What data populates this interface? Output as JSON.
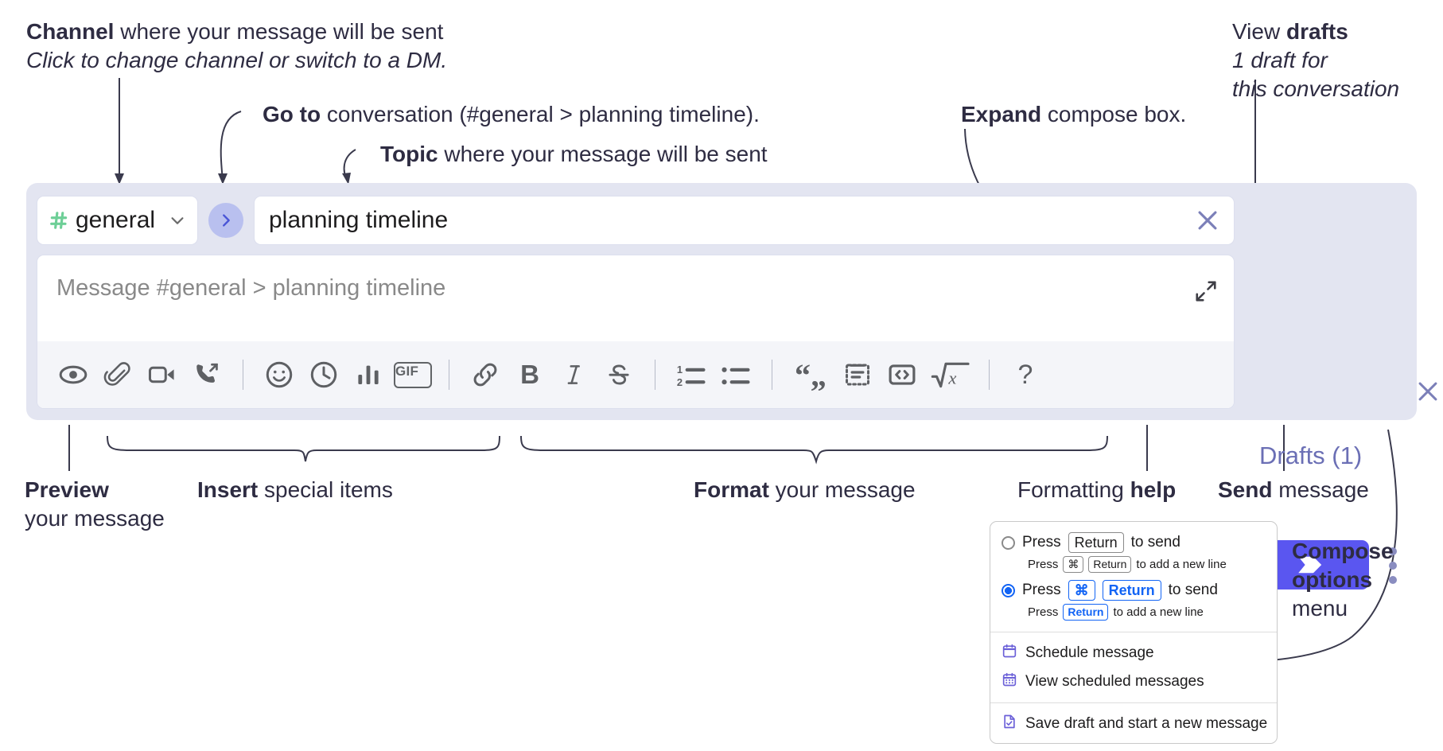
{
  "annotations": {
    "channel": {
      "bold": "Channel",
      "rest": " where your message will be sent",
      "italic": "Click to change channel or switch to a DM."
    },
    "goto": {
      "bold": "Go to",
      "rest": " conversation (#general > planning timeline)."
    },
    "topic": {
      "bold": "Topic",
      "rest": " where your message will be sent"
    },
    "expand": {
      "bold": "Expand",
      "rest": " compose box."
    },
    "drafts": {
      "line1_plain": "View ",
      "line1_bold": "drafts",
      "line2": "1 draft for",
      "line3": "this conversation"
    },
    "preview": {
      "bold": "Preview",
      "line2": "your message"
    },
    "insert": {
      "bold": "Insert",
      "rest": " special items"
    },
    "format": {
      "bold": "Format",
      "rest": " your message"
    },
    "help": {
      "plain": "Formatting ",
      "bold": "help"
    },
    "send": {
      "bold": "Send",
      "rest": " message"
    },
    "compose_options": {
      "line1": "Compose",
      "line2": "options",
      "line3": "menu"
    }
  },
  "compose": {
    "channel": {
      "name": "general",
      "hash_icon": "hash-icon",
      "chevron_icon": "chevron-down-icon"
    },
    "goto_button": {
      "icon": "chevron-right-icon"
    },
    "topic": {
      "value": "planning timeline",
      "clear_icon": "close-icon"
    },
    "message": {
      "placeholder": "Message #general > planning timeline",
      "expand_icon": "expand-icon"
    },
    "drafts_label": "Drafts (1)",
    "close_icon": "close-icon",
    "send_icon": "send-paper-plane-icon",
    "kebab_icon": "more-options-icon",
    "toolbar": [
      {
        "name": "preview-icon",
        "label": "Preview"
      },
      {
        "name": "attachment-icon",
        "label": "Attach file"
      },
      {
        "name": "video-icon",
        "label": "Record video clip"
      },
      {
        "name": "audio-call-icon",
        "label": "Record audio clip"
      },
      {
        "name": "divider",
        "label": ""
      },
      {
        "name": "emoji-icon",
        "label": "Emoji"
      },
      {
        "name": "clock-icon",
        "label": "Schedule"
      },
      {
        "name": "poll-icon",
        "label": "Poll"
      },
      {
        "name": "gif-icon",
        "label": "GIF"
      },
      {
        "name": "divider",
        "label": ""
      },
      {
        "name": "link-icon",
        "label": "Link"
      },
      {
        "name": "bold-icon",
        "label": "B"
      },
      {
        "name": "italic-icon",
        "label": "I"
      },
      {
        "name": "strikethrough-icon",
        "label": "S"
      },
      {
        "name": "divider",
        "label": ""
      },
      {
        "name": "ordered-list-icon",
        "label": "Ordered list"
      },
      {
        "name": "bulleted-list-icon",
        "label": "Bulleted list"
      },
      {
        "name": "divider",
        "label": ""
      },
      {
        "name": "blockquote-icon",
        "label": "Blockquote"
      },
      {
        "name": "code-block-icon",
        "label": "Code block"
      },
      {
        "name": "inline-code-icon",
        "label": "Code"
      },
      {
        "name": "math-icon",
        "label": "Math"
      },
      {
        "name": "divider",
        "label": ""
      },
      {
        "name": "help-icon",
        "label": "?"
      }
    ]
  },
  "options_menu": {
    "option_a": {
      "selected": false,
      "press": "Press",
      "key": "Return",
      "to_send": "to send",
      "sub_press": "Press",
      "sub_key1": "⌘",
      "sub_key2": "Return",
      "sub_tail": "to add a new line"
    },
    "option_b": {
      "selected": true,
      "press": "Press",
      "key1": "⌘",
      "key2": "Return",
      "to_send": "to send",
      "sub_press": "Press",
      "sub_key": "Return",
      "sub_tail": "to add a new line"
    },
    "items": [
      {
        "icon": "calendar-schedule-icon",
        "label": "Schedule message"
      },
      {
        "icon": "calendar-grid-icon",
        "label": "View scheduled messages"
      },
      {
        "icon": "save-draft-icon",
        "label": "Save draft and start a new message"
      }
    ]
  },
  "colors": {
    "compose_bg": "#e3e5f1",
    "toolbar_bg": "#f4f5f9",
    "send_button": "#5a56f0",
    "accent_blue": "#1264f5",
    "hash_green": "#6ecf97",
    "drafts_text": "#6b6fb5",
    "annotation_text": "#2e2c42",
    "goto_circle": "#b9c0ef"
  }
}
